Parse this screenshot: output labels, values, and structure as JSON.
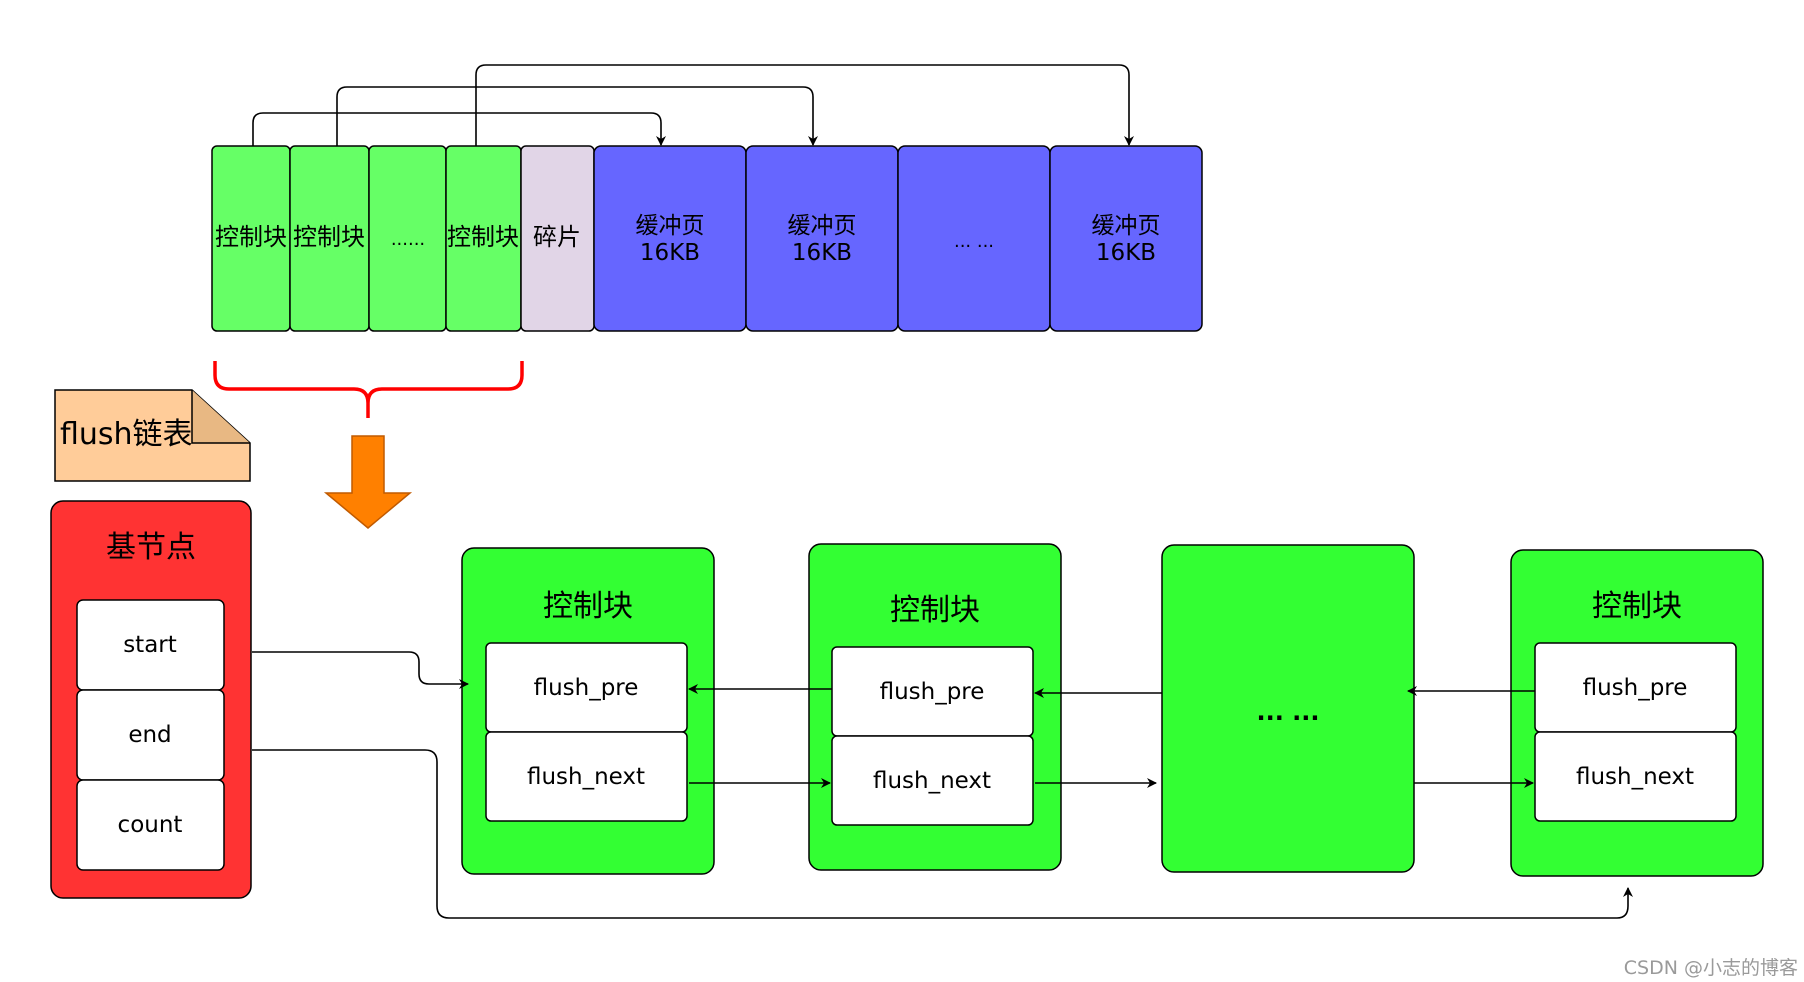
{
  "top_row": {
    "control_cells": [
      "控制块",
      "控制块",
      "......",
      "控制块"
    ],
    "fragment": "碎片",
    "pages": [
      {
        "line1": "缓冲页",
        "line2": "16KB"
      },
      {
        "line1": "缓冲页",
        "line2": "16KB"
      },
      {
        "line1": "... ...",
        "line2": ""
      },
      {
        "line1": "缓冲页",
        "line2": "16KB"
      }
    ]
  },
  "note": "flush链表",
  "base_node": {
    "title": "基节点",
    "fields": [
      "start",
      "end",
      "count"
    ]
  },
  "chain": [
    {
      "title": "控制块",
      "pre": "flush_pre",
      "next": "flush_next"
    },
    {
      "title": "控制块",
      "pre": "flush_pre",
      "next": "flush_next"
    },
    {
      "title": "... ...",
      "pre": "",
      "next": ""
    },
    {
      "title": "控制块",
      "pre": "flush_pre",
      "next": "flush_next"
    }
  ],
  "watermark": "CSDN @小志的博客",
  "colors": {
    "control_green": "#66FF66",
    "fragment": "#E1D5E7",
    "page_blue": "#6666FF",
    "node_green": "#33FF33",
    "base_red": "#FF3333",
    "note_fill": "#FFCC99",
    "brace_red": "#FF0000",
    "arrow_orange": "#FF8000"
  }
}
